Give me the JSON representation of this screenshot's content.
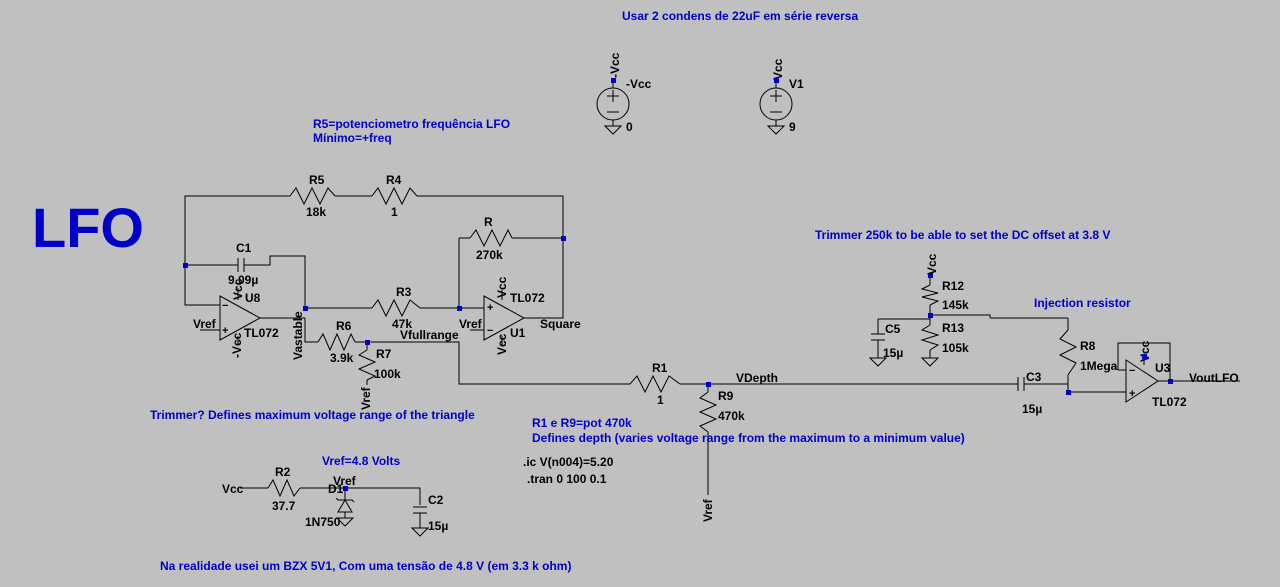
{
  "notes": {
    "series_caps": "Usar 2 condens de 22uF em série reversa",
    "pot_line1": "R5=potenciometro frequência LFO",
    "pot_line2": "Mínimo=+freq",
    "trimmer_offset": "Trimmer 250k to be able to set the DC offset at 3.8 V",
    "injection": "Injection resistor",
    "trimmer_range": "Trimmer? Defines maximum voltage range of the triangle",
    "pot_depth1": "R1 e R9=pot 470k",
    "pot_depth2": "Defines depth (varies voltage range from the maximum to a minimum value)",
    "vref_note": "Vref=4.8 Volts",
    "reality": "Na realidade usei um BZX 5V1, Com uma tensão de 4.8 V (em 3.3 k ohm)",
    "ic": ".ic V(n004)=5.20",
    "tran": ".tran 0 100 0.1"
  },
  "title": "LFO",
  "sources": {
    "neg": {
      "net": "-Vcc",
      "name": "-Vcc",
      "value": "0"
    },
    "pos": {
      "net": "Vcc",
      "name": "V1",
      "value": "9"
    }
  },
  "components": {
    "R5": {
      "name": "R5",
      "value": "18k"
    },
    "R4": {
      "name": "R4",
      "value": "1"
    },
    "R": {
      "name": "R",
      "value": "270k"
    },
    "C1": {
      "name": "C1",
      "value": "9.09µ"
    },
    "U8": {
      "name": "U8",
      "value": "TL072",
      "vcc": "Vcc",
      "vee": "-Vcc"
    },
    "U1": {
      "name": "U1",
      "value": "TL072",
      "vcc": "Vcc",
      "vee": "Vcc"
    },
    "R3": {
      "name": "R3",
      "value": "47k"
    },
    "R6": {
      "name": "R6",
      "value": "3.9k"
    },
    "R7": {
      "name": "R7",
      "value": "100k"
    },
    "R1": {
      "name": "R1",
      "value": "1"
    },
    "R9": {
      "name": "R9",
      "value": "470k"
    },
    "R12": {
      "name": "R12",
      "value": "145k"
    },
    "R13": {
      "name": "R13",
      "value": "105k"
    },
    "C5": {
      "name": "C5",
      "value": "15µ"
    },
    "R8": {
      "name": "R8",
      "value": "1Mega"
    },
    "C3": {
      "name": "C3",
      "value": "15µ"
    },
    "U3": {
      "name": "U3",
      "value": "TL072",
      "vcc": "Vcc"
    },
    "R2": {
      "name": "R2",
      "value": "37.7"
    },
    "D1": {
      "name": "D1",
      "value": "1N750"
    },
    "C2": {
      "name": "C2",
      "value": "15µ"
    }
  },
  "nets": {
    "vref_u8": "Vref",
    "vref_u1": "Vref",
    "vastable": "Vastable",
    "vfullrange": "Vfullrange",
    "square": "Square",
    "vdepth": "VDepth",
    "voutlfo": "VoutLFO",
    "vref_r7": "Vref",
    "vref_r9": "Vref",
    "vcc_r12": "Vcc",
    "vcc_r2": "Vcc",
    "vref_d1": "Vref"
  }
}
